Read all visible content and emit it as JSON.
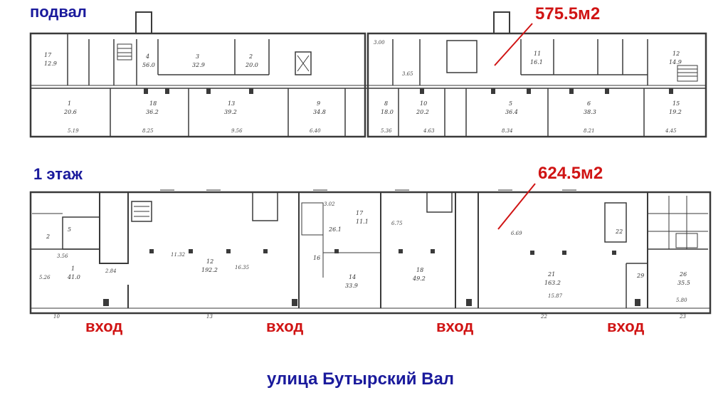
{
  "labels": {
    "basement": "подвал",
    "first_floor": "1 этаж",
    "basement_area": "575.5м2",
    "first_floor_area": "624.5м2",
    "entrances": [
      "вход",
      "вход",
      "вход",
      "вход"
    ],
    "street": "улица Бутырский Вал"
  },
  "colors": {
    "label_blue": "#1a1a9c",
    "label_red": "#d01414",
    "wall": "#3a3a3a",
    "line": "#6a6a6a"
  },
  "basement_room_labels": [
    "17",
    "4",
    "3",
    "2",
    "1",
    "18",
    "13",
    "9",
    "8",
    "10",
    "5",
    "6",
    "15",
    "11",
    "12"
  ],
  "basement_room_areas": [
    "12.9",
    "56.0",
    "32.9",
    "20.0",
    "20.6",
    "36.2",
    "39.2",
    "34.8",
    "18.0",
    "20.2",
    "36.4",
    "38.3",
    "19.2",
    "16.1",
    "14.9"
  ],
  "basement_dimensions": [
    "5.19",
    "8.25",
    "9.56",
    "6.40",
    "5.36",
    "4.63",
    "8.34",
    "8.21",
    "4.45",
    "3.00",
    "3.65"
  ],
  "first_room_labels": [
    "1",
    "2",
    "5",
    "12",
    "16",
    "14",
    "17",
    "18",
    "21",
    "22",
    "26",
    "29"
  ],
  "first_room_areas": [
    "41.0",
    "192.2",
    "33.9",
    "49.2",
    "163.2",
    "35.5",
    "11.1",
    "26.1"
  ],
  "first_dimensions": [
    "5.26",
    "11.32",
    "16.35",
    "6.75",
    "6.69",
    "15.87",
    "5.80",
    "3.56",
    "2.84",
    "3.02"
  ],
  "first_bottom_dimensions": [
    "10",
    "13",
    "22",
    "23"
  ]
}
